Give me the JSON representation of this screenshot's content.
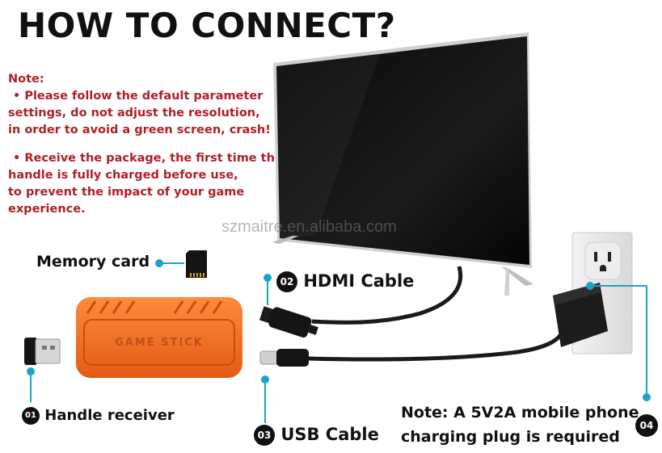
{
  "title": "HOW TO CONNECT?",
  "note": {
    "heading": "Note:",
    "point1": [
      "• Please follow the default parameter",
      "settings, do not adjust the resolution,",
      "in order to avoid a green screen, crash!"
    ],
    "point2": [
      "• Receive the package, the first time the",
      " handle is fully charged before use,",
      "to prevent the impact of your game",
      "experience."
    ]
  },
  "watermark": "szmaitre.en.alibaba.com",
  "stick_text": "GAME STICK",
  "labels": {
    "memory_card": "Memory card",
    "hdmi": {
      "num": "02",
      "text": "HDMI Cable"
    },
    "receiver": {
      "num": "01",
      "text": "Handle receiver"
    },
    "usb": {
      "num": "03",
      "text": "USB Cable"
    },
    "plug": {
      "num": "04"
    }
  },
  "plug_note": [
    "Note: A 5V2A mobile phone",
    "charging plug is required"
  ],
  "colors": {
    "accent_cyan": "#1aa3c9",
    "note_red": "#b0202a",
    "stick_orange": "#f26a21"
  }
}
